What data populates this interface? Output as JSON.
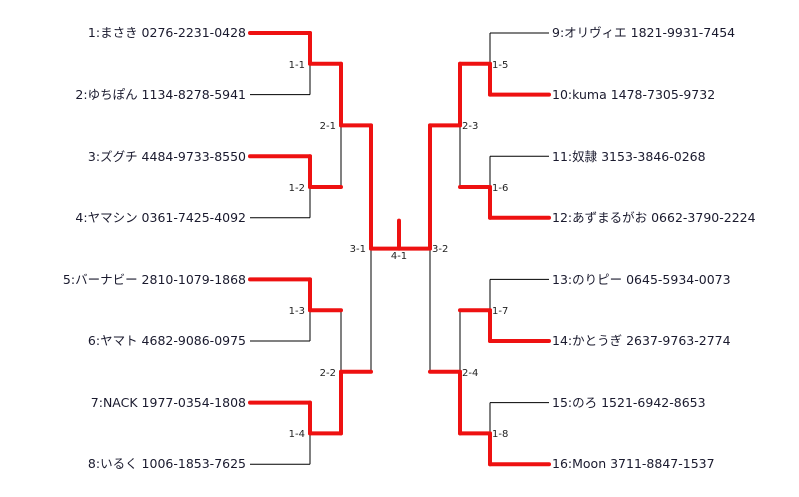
{
  "left_players": [
    "1:まさき 0276-2231-0428",
    "2:ゆちぽん 1134-8278-5941",
    "3:ズグチ 4484-9733-8550",
    "4:ヤマシン 0361-7425-4092",
    "5:バーナビー 2810-1079-1868",
    "6:ヤマト  4682-9086-0975",
    "7:NACK 1977-0354-1808",
    "8:いるく 1006-1853-7625"
  ],
  "right_players": [
    "9:オリヴィエ 1821-9931-7454",
    "10:kuma 1478-7305-9732",
    "11:奴隷  3153-3846-0268",
    "12:あずまるがお 0662-3790-2224",
    "13:のりピー 0645-5934-0073",
    "14:かとうぎ 2637-9763-2774",
    "15:のろ  1521-6942-8653",
    "16:Moon 3711-8847-1537"
  ],
  "match_labels": {
    "r1_left": [
      "1-1",
      "1-2",
      "1-3",
      "1-4"
    ],
    "r1_right": [
      "1-5",
      "1-6",
      "1-7",
      "1-8"
    ],
    "r2_left": [
      "2-1",
      "2-2"
    ],
    "r2_right": [
      "2-3",
      "2-4"
    ],
    "r3_left": "3-1",
    "r3_right": "3-2",
    "final": "4-1"
  },
  "winners": {
    "r1_left": [
      0,
      0,
      0,
      0
    ],
    "r1_right": [
      1,
      1,
      1,
      1
    ],
    "r2_left": [
      0,
      1
    ],
    "r2_right": [
      0,
      1
    ],
    "r3_left": 0,
    "r3_right": 0,
    "final_decided": false
  },
  "colors": {
    "win": "#ee1111",
    "line": "#000000",
    "text": "#1a1a2e"
  }
}
